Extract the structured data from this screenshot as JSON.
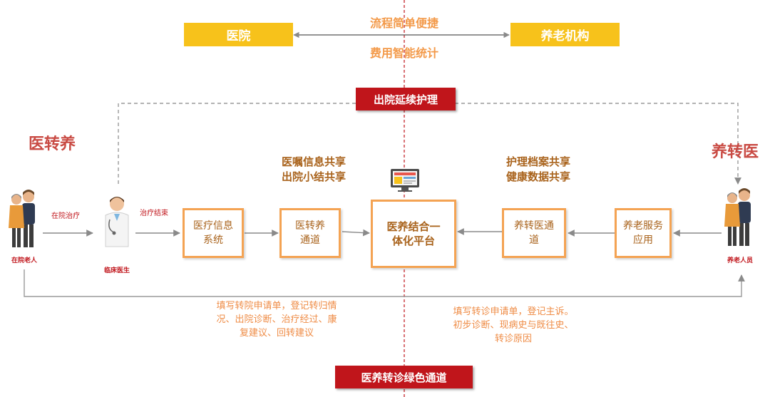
{
  "top": {
    "left_box": "医院",
    "right_box": "养老机构",
    "center_line1": "流程简单便捷",
    "center_line2": "费用智能统计"
  },
  "banners": {
    "top": "出院延续护理",
    "bottom": "医养转诊绿色通道"
  },
  "side_titles": {
    "left": "医转养",
    "right": "养转医"
  },
  "shared_labels": {
    "left": [
      "医嘱信息共享",
      "出院小结共享"
    ],
    "right": [
      "护理档案共享",
      "健康数据共享"
    ]
  },
  "people": {
    "left": "在院老人",
    "doctor": "临床医生",
    "right": "养老人员"
  },
  "flow_labels": {
    "treatment": "在院治疗",
    "end_treatment": "治疗结束"
  },
  "boxes": {
    "medical_system": "医疗信息系统",
    "med_to_care": "医转养通道",
    "platform": "医养结合一体化平台",
    "care_to_med": "养转医通道",
    "care_service": "养老服务应用"
  },
  "notes": {
    "left": [
      "填写转院申请单，登记转归情",
      "况、出院诊断、治疗经过、康",
      "复建议、回转建议"
    ],
    "right": [
      "填写转诊申请单，登记主诉。",
      "初步诊断、现病史与既往史、",
      "转诊原因"
    ]
  },
  "colors": {
    "yellow": "#f7c21b",
    "red": "#c0151b",
    "orange": "#f4a353",
    "brown": "#a9631c"
  }
}
